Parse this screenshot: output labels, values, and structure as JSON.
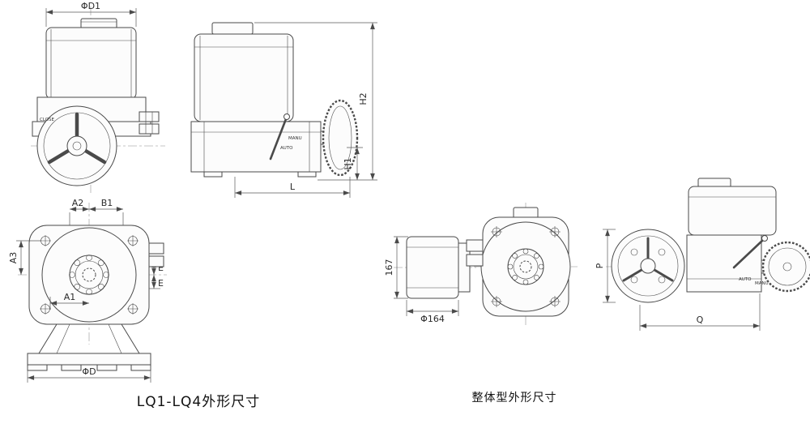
{
  "drawing": {
    "background": "#ffffff",
    "line_color": "#4a4a4a"
  },
  "captions": {
    "left": "LQ1-LQ4外形尺寸",
    "right": "整体型外形尺寸"
  },
  "dims": {
    "phi_d1": "ΦD1",
    "h2": "H2",
    "h1": "H1",
    "l": "L",
    "a2": "A2",
    "b1": "B1",
    "a3": "A3",
    "a1": "A1",
    "e_upper": "E",
    "e_lower": "E",
    "phi_d": "ΦD",
    "height_167": "167",
    "phi_164": "Φ164",
    "p": "P",
    "q": "Q"
  },
  "labels": {
    "close": "CLOSE",
    "manu": "MANU",
    "auto": "AUTO",
    "auto_right": "AUTO",
    "manu_right": "MANU"
  }
}
